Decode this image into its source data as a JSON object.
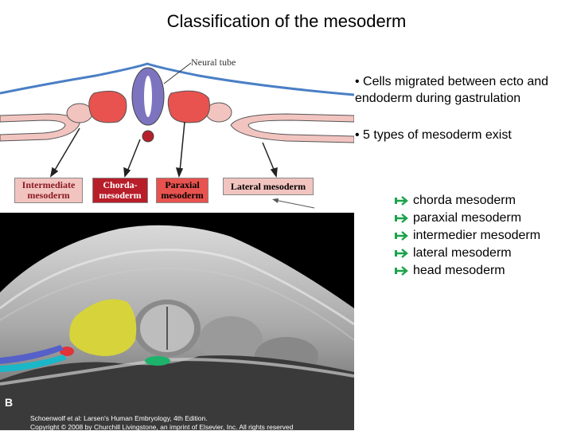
{
  "title": "Classification of the mesoderm",
  "figure": {
    "neural_tube_label": "Neural tube",
    "labels": [
      {
        "text": "Intermediate\nmesoderm"
      },
      {
        "text": "Chorda-\nmesoderm"
      },
      {
        "text": "Paraxial\nmesoderm"
      },
      {
        "text": "Lateral mesoderm"
      }
    ],
    "panel_letter": "B",
    "credit_1": "Schoenwolf et al: Larsen's Human Embryology, 4th Edition.",
    "credit_2": "Copyright © 2008 by Churchill Livingstone, an imprint of Elsevier, Inc. All rights reserved"
  },
  "bullets": [
    "• Cells migrated between ecto and endoderm during gastrulation",
    "• 5 types of mesoderm exist"
  ],
  "types": [
    "chorda mesoderm",
    "paraxial mesoderm",
    "intermedier mesoderm",
    "lateral mesoderm",
    "head mesoderm"
  ],
  "colors": {
    "arrow": "#1aa34a",
    "neural_tube": "#7d74c0",
    "paraxial": "#e8534f",
    "notochord": "#b5202b",
    "label_box": "#b81d2a",
    "pink_band": "#f2c4c0",
    "sem_yellow": "#d6d43a",
    "sem_green": "#1db36a",
    "sem_blue": "#5560c8",
    "sem_cyan": "#1ab7c8"
  }
}
